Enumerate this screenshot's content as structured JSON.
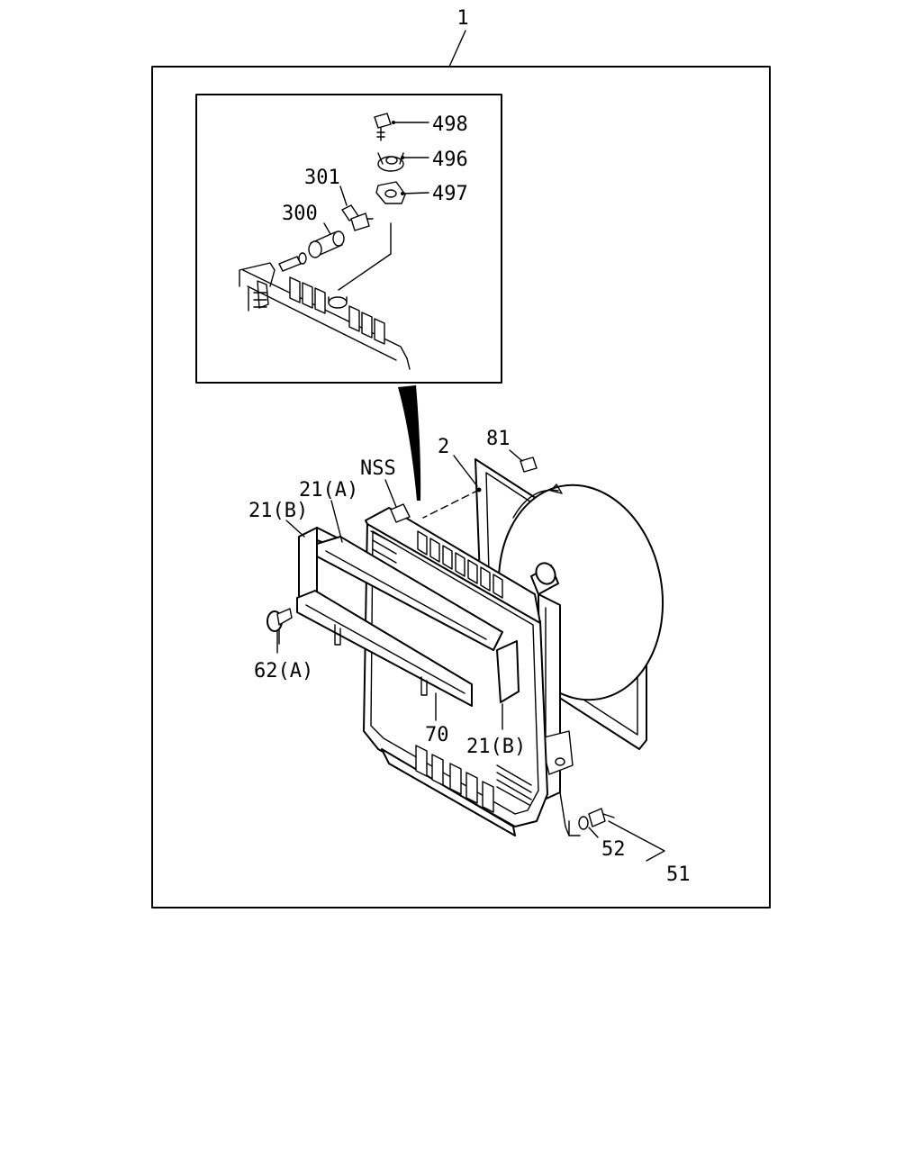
{
  "callouts": {
    "c1": "1",
    "c498": "498",
    "c496": "496",
    "c497": "497",
    "c301": "301",
    "c300": "300",
    "c2": "2",
    "c81": "81",
    "cNSS": "NSS",
    "c21A": "21(A)",
    "c21B_left": "21(B)",
    "c62A": "62(A)",
    "c70": "70",
    "c21B_right": "21(B)",
    "c52": "52",
    "c51": "51"
  }
}
